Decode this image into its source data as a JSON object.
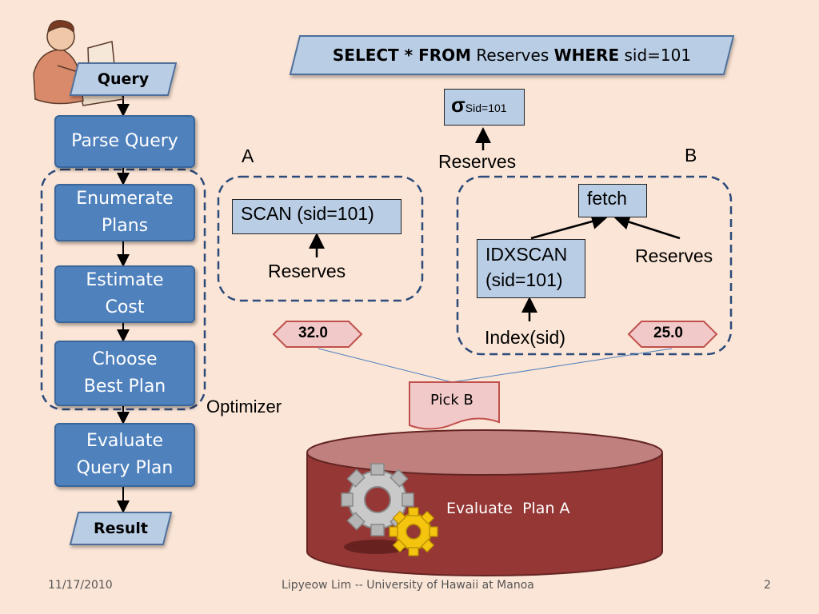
{
  "query_bubble": {
    "select_kw": "SELECT * FROM",
    "table": "Reserves",
    "where_kw": "WHERE",
    "cond": "sid=101"
  },
  "flow": {
    "query_label": "Query",
    "steps": [
      {
        "line1": "Parse Query",
        "line2": ""
      },
      {
        "line1": "Enumerate",
        "line2": "Plans"
      },
      {
        "line1": "Estimate",
        "line2": "Cost"
      },
      {
        "line1": "Choose",
        "line2": "Best Plan"
      },
      {
        "line1": "Evaluate",
        "line2": "Query Plan"
      }
    ],
    "result_label": "Result",
    "optimizer_label": "Optimizer"
  },
  "logical": {
    "sigma": "σ",
    "subscript": "Sid=101",
    "input": "Reserves"
  },
  "plan_a": {
    "label": "A",
    "op": "SCAN (sid=101)",
    "input": "Reserves",
    "cost": "32.0"
  },
  "plan_b": {
    "label": "B",
    "fetch": "fetch",
    "idxscan_line1": "IDXSCAN",
    "idxscan_line2": "(sid=101)",
    "index": "Index(sid)",
    "reserves": "Reserves",
    "cost": "25.0"
  },
  "pick": {
    "label": "Pick B"
  },
  "engine": {
    "label": "Evaluate  Plan A",
    "icon": "gears-icon"
  },
  "footer": {
    "date": "11/17/2010",
    "author": "Lipyeow Lim -- University of Hawaii at Manoa",
    "page": "2"
  },
  "colors": {
    "background": "#fbe5d6",
    "flow_box": "#4f81bd",
    "para_fill": "#b9cde5",
    "cost_fill": "#f2c9c9",
    "cylinder": "#953735",
    "cylinder_top": "#c0807e"
  }
}
